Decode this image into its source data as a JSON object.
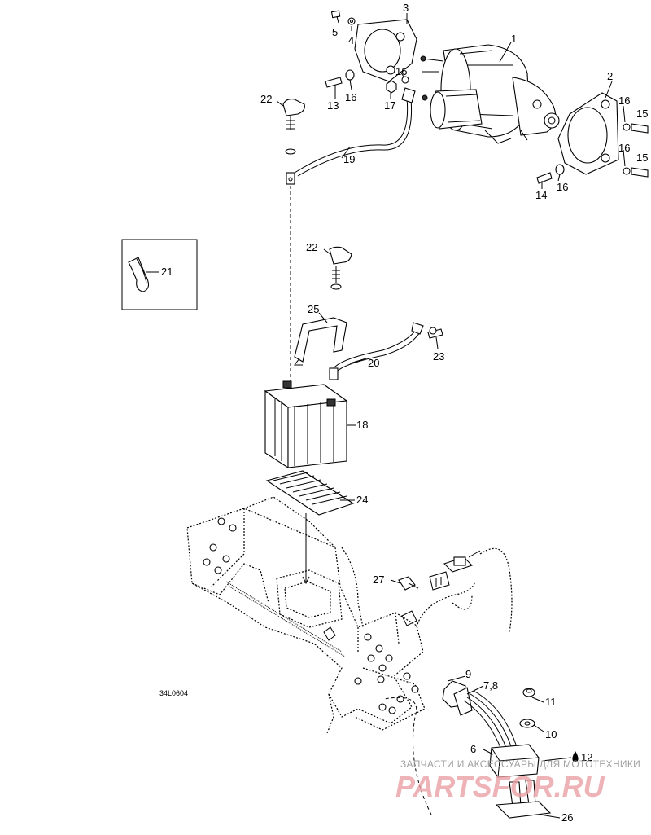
{
  "figure_code": "34L0604",
  "callouts": {
    "c1": "1",
    "c2": "2",
    "c3": "3",
    "c4": "4",
    "c5": "5",
    "c6": "6",
    "c78": "7,8",
    "c9": "9",
    "c10": "10",
    "c11": "11",
    "c12": "12",
    "c13": "13",
    "c14": "14",
    "c15a": "15",
    "c15b": "15",
    "c16a": "16",
    "c16b": "16",
    "c16c": "16",
    "c16d": "16",
    "c16e": "16",
    "c17": "17",
    "c18": "18",
    "c19": "19",
    "c20": "20",
    "c21": "21",
    "c22a": "22",
    "c22b": "22",
    "c23": "23",
    "c24": "24",
    "c25": "25",
    "c26": "26",
    "c27": "27"
  },
  "watermark": {
    "line1": "ЗАПЧАСТИ И АКСЕССУАРЫ ДЛЯ МОТОТЕХНИКИ",
    "line2": "PARTSFOR.RU"
  }
}
